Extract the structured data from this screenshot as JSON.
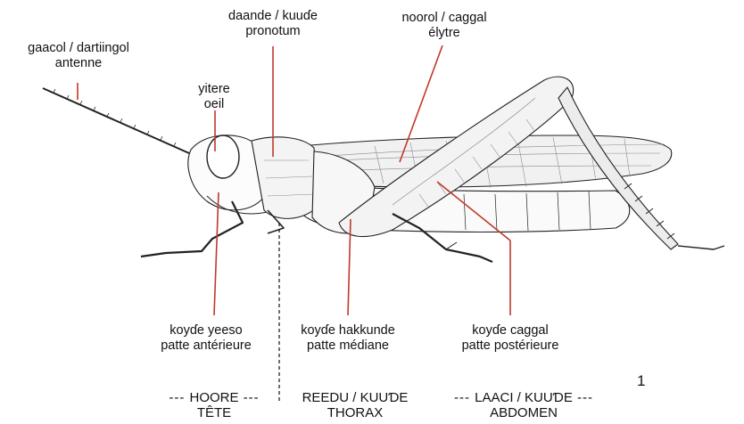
{
  "labels": {
    "antenna": {
      "line1": "gaacol / dartiingol",
      "line2": "antenne"
    },
    "eye": {
      "line1": "yitere",
      "line2": "oeil"
    },
    "pronotum": {
      "line1": "daande / kuuɗe",
      "line2": "pronotum"
    },
    "elytra": {
      "line1": "noorol / caggal",
      "line2": "élytre"
    },
    "front_leg": {
      "line1": "koyɗe yeeso",
      "line2": "patte antérieure"
    },
    "middle_leg": {
      "line1": "koyɗe hakkunde",
      "line2": "patte médiane"
    },
    "hind_leg": {
      "line1": "koyɗe caggal",
      "line2": "patte postérieure"
    }
  },
  "sections": {
    "head": {
      "line1": "HOORE",
      "line2": "TÊTE"
    },
    "thorax": {
      "line1": "REEDU / KUUƊE",
      "line2": "THORAX"
    },
    "abdomen": {
      "line1": "LAACI / KUUƊE",
      "line2": "ABDOMEN"
    }
  },
  "figure_number": "1",
  "colors": {
    "pointer": "#c0392b",
    "ink": "#222222",
    "wing": "#8a8a8a"
  }
}
